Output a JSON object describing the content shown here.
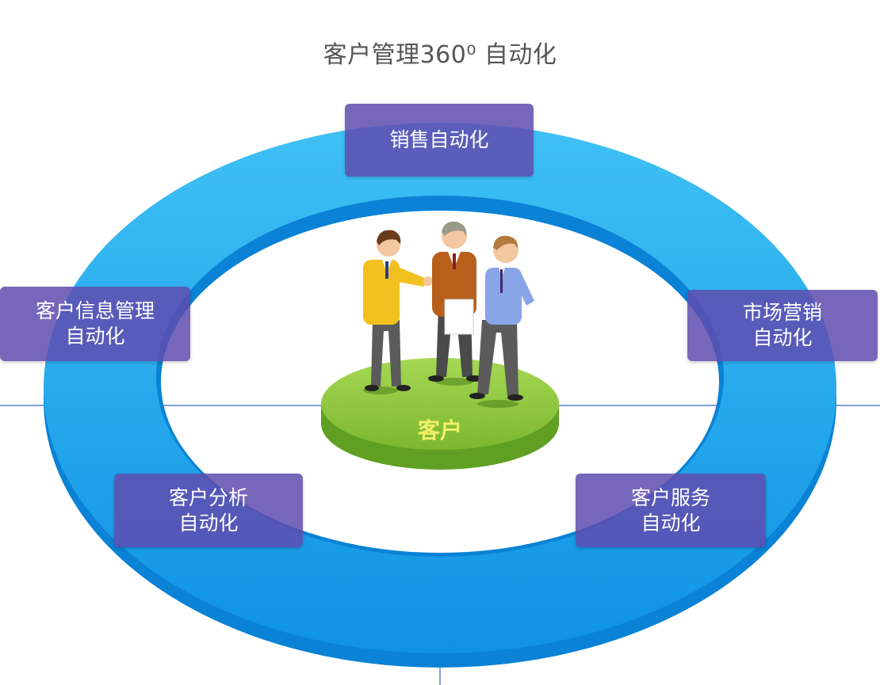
{
  "title": "客户管理360⁰ 自动化",
  "center": {
    "label": "客户"
  },
  "modules": {
    "sales": {
      "line1": "销售自动化",
      "line2": ""
    },
    "info": {
      "line1": "客户信息管理",
      "line2": "自动化"
    },
    "marketing": {
      "line1": "市场营销",
      "line2": "自动化"
    },
    "analysis": {
      "line1": "客户分析",
      "line2": "自动化"
    },
    "service": {
      "line1": "客户服务",
      "line2": "自动化"
    }
  },
  "colors": {
    "ring": "#1aa3ec",
    "ring_edge": "#0a82d6",
    "label_box": "#5f4caf",
    "platform": "#8cc63f",
    "center_text": "#f4f06a",
    "axis_lines": "#5a7fcf"
  },
  "icons": [
    "people-group-icon"
  ]
}
